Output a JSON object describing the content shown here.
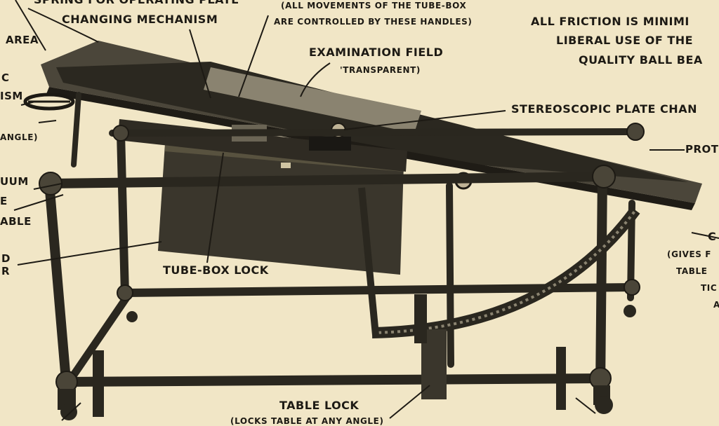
{
  "figure": {
    "labels": {
      "spring_plate_1": "SPRING FOR OPERATING PLATE",
      "spring_plate_2": "CHANGING MECHANISM",
      "handles_1": "(ALL MOVEMENTS OF THE TUBE-BOX",
      "handles_2": "ARE CONTROLLED BY THESE HANDLES)",
      "friction_1": "ALL FRICTION IS MINIMI",
      "friction_2": "LIBERAL USE OF THE",
      "friction_3": "QUALITY BALL BEA",
      "area": "AREA",
      "left_c": "C",
      "left_ism": "ISM",
      "left_angle": "ANGLE)",
      "left_uum": "UUM",
      "left_e": "E",
      "left_able": "ABLE",
      "left_d": "D",
      "left_r": "R",
      "exam_field": "EXAMINATION FIELD",
      "exam_transparent": "'TRANSPARENT)",
      "stereo": "STEREOSCOPIC PLATE CHAN",
      "prot": "PROT",
      "right_c": "C",
      "right_gives": "(GIVES F",
      "right_table": "TABLE",
      "right_tic": "TIC",
      "right_a": "A",
      "tube_box_lock": "TUBE-BOX LOCK",
      "table_lock": "TABLE LOCK",
      "table_lock_sub": "(LOCKS TABLE AT ANY ANGLE)"
    },
    "colors": {
      "paper": "#f1e6c6",
      "ink": "#1d1a14",
      "dark_panel": "#3a362c",
      "frame": "#2a271f"
    }
  }
}
